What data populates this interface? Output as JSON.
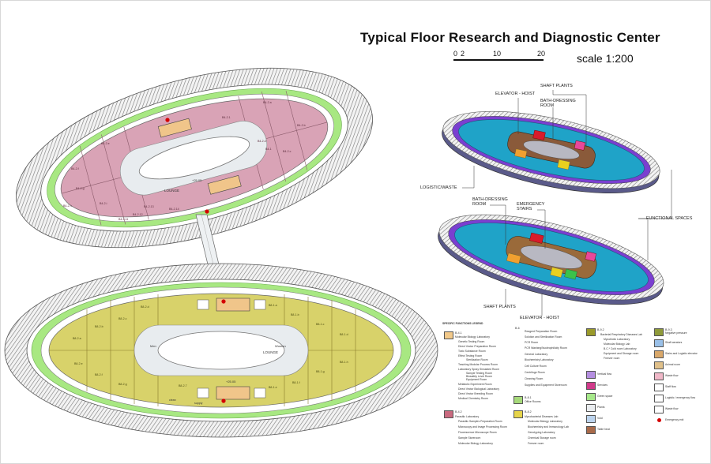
{
  "title": "Typical Floor Research and Diagnostic Center",
  "scale": {
    "ticks": [
      "0",
      "2",
      "10",
      "20"
    ],
    "label": "scale 1:200"
  },
  "plan": {
    "upper_lounge": "LOUNGE",
    "lower_lounge": "LOUNGE",
    "men_label": "Men",
    "women_label": "Women",
    "clean_label": "clean",
    "supply_label": "supply",
    "upper_level": "+25.05",
    "lower_level": "+25.05",
    "upper_rooms": [
      "B4-2.a",
      "B4-2.1",
      "B4-2.b",
      "B4-2.c",
      "B4-2.d",
      "B4-1",
      "B4-2.e",
      "B4-2.f",
      "B4-2.g",
      "B4-2.h",
      "B4-2.i",
      "B4-2.11",
      "B4-2.12",
      "B4-2.13",
      "B4-2.14"
    ],
    "lower_rooms": [
      "B8-2.a",
      "B8-2.b",
      "B8-2.c",
      "B8-2.d",
      "B8-2.e",
      "B8-2.f",
      "B8-2.g",
      "B8-2.7",
      "B8-1.a",
      "B8-1.b",
      "B8-1.c",
      "B8-1.d",
      "B8-1.e",
      "B8-1.f",
      "B8-1.g",
      "B8-1.h"
    ]
  },
  "callouts": {
    "shaft_plants_top": "SHAFT PLANTS",
    "elevator_hoist_top": "ELEVATOR - HOIST",
    "bath_dressing_top": "BATH-DRESSING ROOM",
    "logistic_waste": "LOGISTIC/WASTE",
    "bath_dressing_mid": "BATH-DRESSING ROOM",
    "emergency_stairs": "EMERGENCY STAIRS",
    "functional_spaces": "FUNCTIONAL SPACES",
    "shaft_plants_bottom": "SHAFT PLANTS",
    "elevator_hoist_bottom": "ELEVATOR - HOIST"
  },
  "legend": {
    "heading": "SPECIFIC FUNCTIONS LEGEND",
    "groups": [
      {
        "code": "B-4.1",
        "color": "#f2c98a",
        "items": [
          "Molecular Biology Laboratory",
          "Genetic Testing Room",
          "Direct Vector Preparation Room",
          "Toxic Substance Room",
          "Effect Testing Room",
          "Sterilization Room",
          "Teaching Modular Process Room",
          "Laboratory Spray Simulated Room",
          "Sample Testing Room",
          "Biosafety Level Room",
          "Equipment Room",
          "Metabolic Experiment Room",
          "Direct Vector Biological Laboratory",
          "Direct Vector Breeding Room",
          "Medical Chemistry Room"
        ]
      },
      {
        "code": "B-4.2",
        "color": "#c96a7f",
        "items": [
          "Parasitic Laboratory",
          "Parasitic Samples Preparation Room",
          "Microscopy and Image Processing Room",
          "Fluorescence Microscope Room",
          "Sample Storeroom",
          "Molecular Biology Laboratory"
        ]
      },
      {
        "code": "B-6",
        "color": "#ffffff",
        "items": [
          "Reagent Preparation Room",
          "Solution and Sterilization Room",
          "PCR Room",
          "PCR Washing/Nucleophilicity Room",
          "General Laboratory",
          "Biochemistry Laboratory",
          "Cell Culture Room",
          "Centrifuge Room",
          "Cleaning Room",
          "Supplies and Equipment Storeroom"
        ]
      },
      {
        "code": "B-8.1",
        "color": "#a6d97a",
        "items": [
          "Office Rooms"
        ]
      },
      {
        "code": "B-8.2",
        "color": "#e6d44a",
        "items": [
          "Mycobacterial Diseases Lab",
          "Molecular Biology Laboratory",
          "Biochemistry and Immunology Lab",
          "Genotyping Laboratory",
          "Chemical Storage room",
          "Freezer room"
        ]
      },
      {
        "code": "B-9.2",
        "color": "#9a9a2a",
        "items": [
          "Bacterial Respiratory Diseases Lab",
          "Mycobiotic Laboratory",
          "Molecular Biology Lab",
          "B.C.* Cold room Laboratory",
          "Equipment and Storage room",
          "Freezer room"
        ]
      },
      {
        "code": "B-9.3",
        "color": "#8f9a3a",
        "items": [
          "Negative pressure"
        ]
      }
    ],
    "keys": [
      {
        "label": "Vertical flow",
        "color": "#b48ee0"
      },
      {
        "label": "Services",
        "color": "#d03a8a"
      },
      {
        "label": "Green space",
        "color": "#a6e88a"
      },
      {
        "label": "Plants",
        "color": "#e9ecef"
      },
      {
        "label": "Void",
        "color": "#bcd4ee"
      },
      {
        "label": "Table heat",
        "color": "#a86a4a"
      },
      {
        "label": "Shaft aerators",
        "color": "#9ac0e8"
      },
      {
        "label": "Stairs and Logistic elevator",
        "color": "#d9a86a"
      },
      {
        "label": "Animal room",
        "color": "#e0c08a"
      },
      {
        "label": "Waste flow",
        "color": "#f0b8c8"
      },
      {
        "label": "Staff flow",
        "color": "#ffffff"
      },
      {
        "label": "Logistic / emergency flow",
        "color": "#ffffff"
      },
      {
        "label": "Waste flow",
        "color": "#ffffff"
      },
      {
        "label": "Emergency exit",
        "color": "#ffffff"
      }
    ]
  }
}
